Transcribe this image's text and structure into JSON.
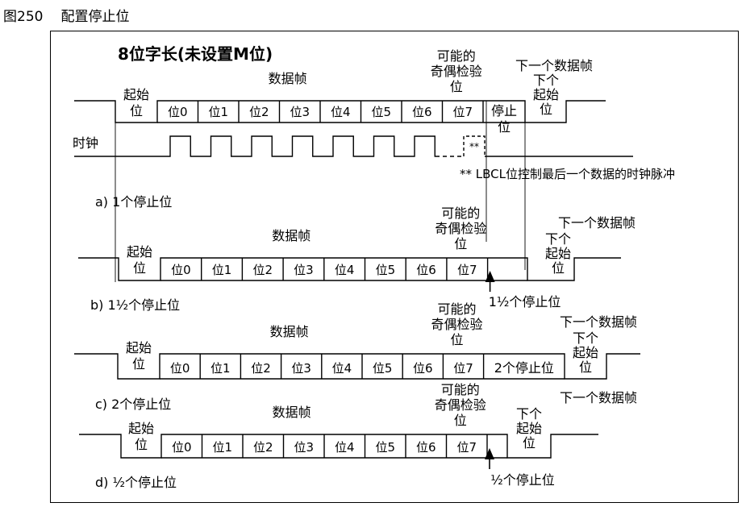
{
  "figure": {
    "number": "图250",
    "caption": "配置停止位"
  },
  "main_title": "8位字长(未设置M位)",
  "labels": {
    "data_frame": "数据帧",
    "start_bit": [
      "起始",
      "位"
    ],
    "parity": [
      "可能的",
      "奇偶检验",
      "位"
    ],
    "stop_bit": [
      "停止",
      "位"
    ],
    "next_start_bit": [
      "下个",
      "起始",
      "位"
    ],
    "next_frame": "下一个数据帧",
    "clock": "时钟",
    "clock_marker": "**",
    "lbcl_note": "** LBCL位控制最后一个数据的时钟脉冲"
  },
  "bits": [
    "位0",
    "位1",
    "位2",
    "位3",
    "位4",
    "位5",
    "位6",
    "位7"
  ],
  "sections": [
    {
      "id": "a",
      "caption": "a) 1个停止位"
    },
    {
      "id": "b",
      "caption": "b) 1½个停止位",
      "stop_label": "1½个停止位"
    },
    {
      "id": "c",
      "caption": "c) 2个停止位",
      "stop_label": "2个停止位"
    },
    {
      "id": "d",
      "caption": "d) ½个停止位",
      "stop_label": "½个停止位"
    }
  ]
}
